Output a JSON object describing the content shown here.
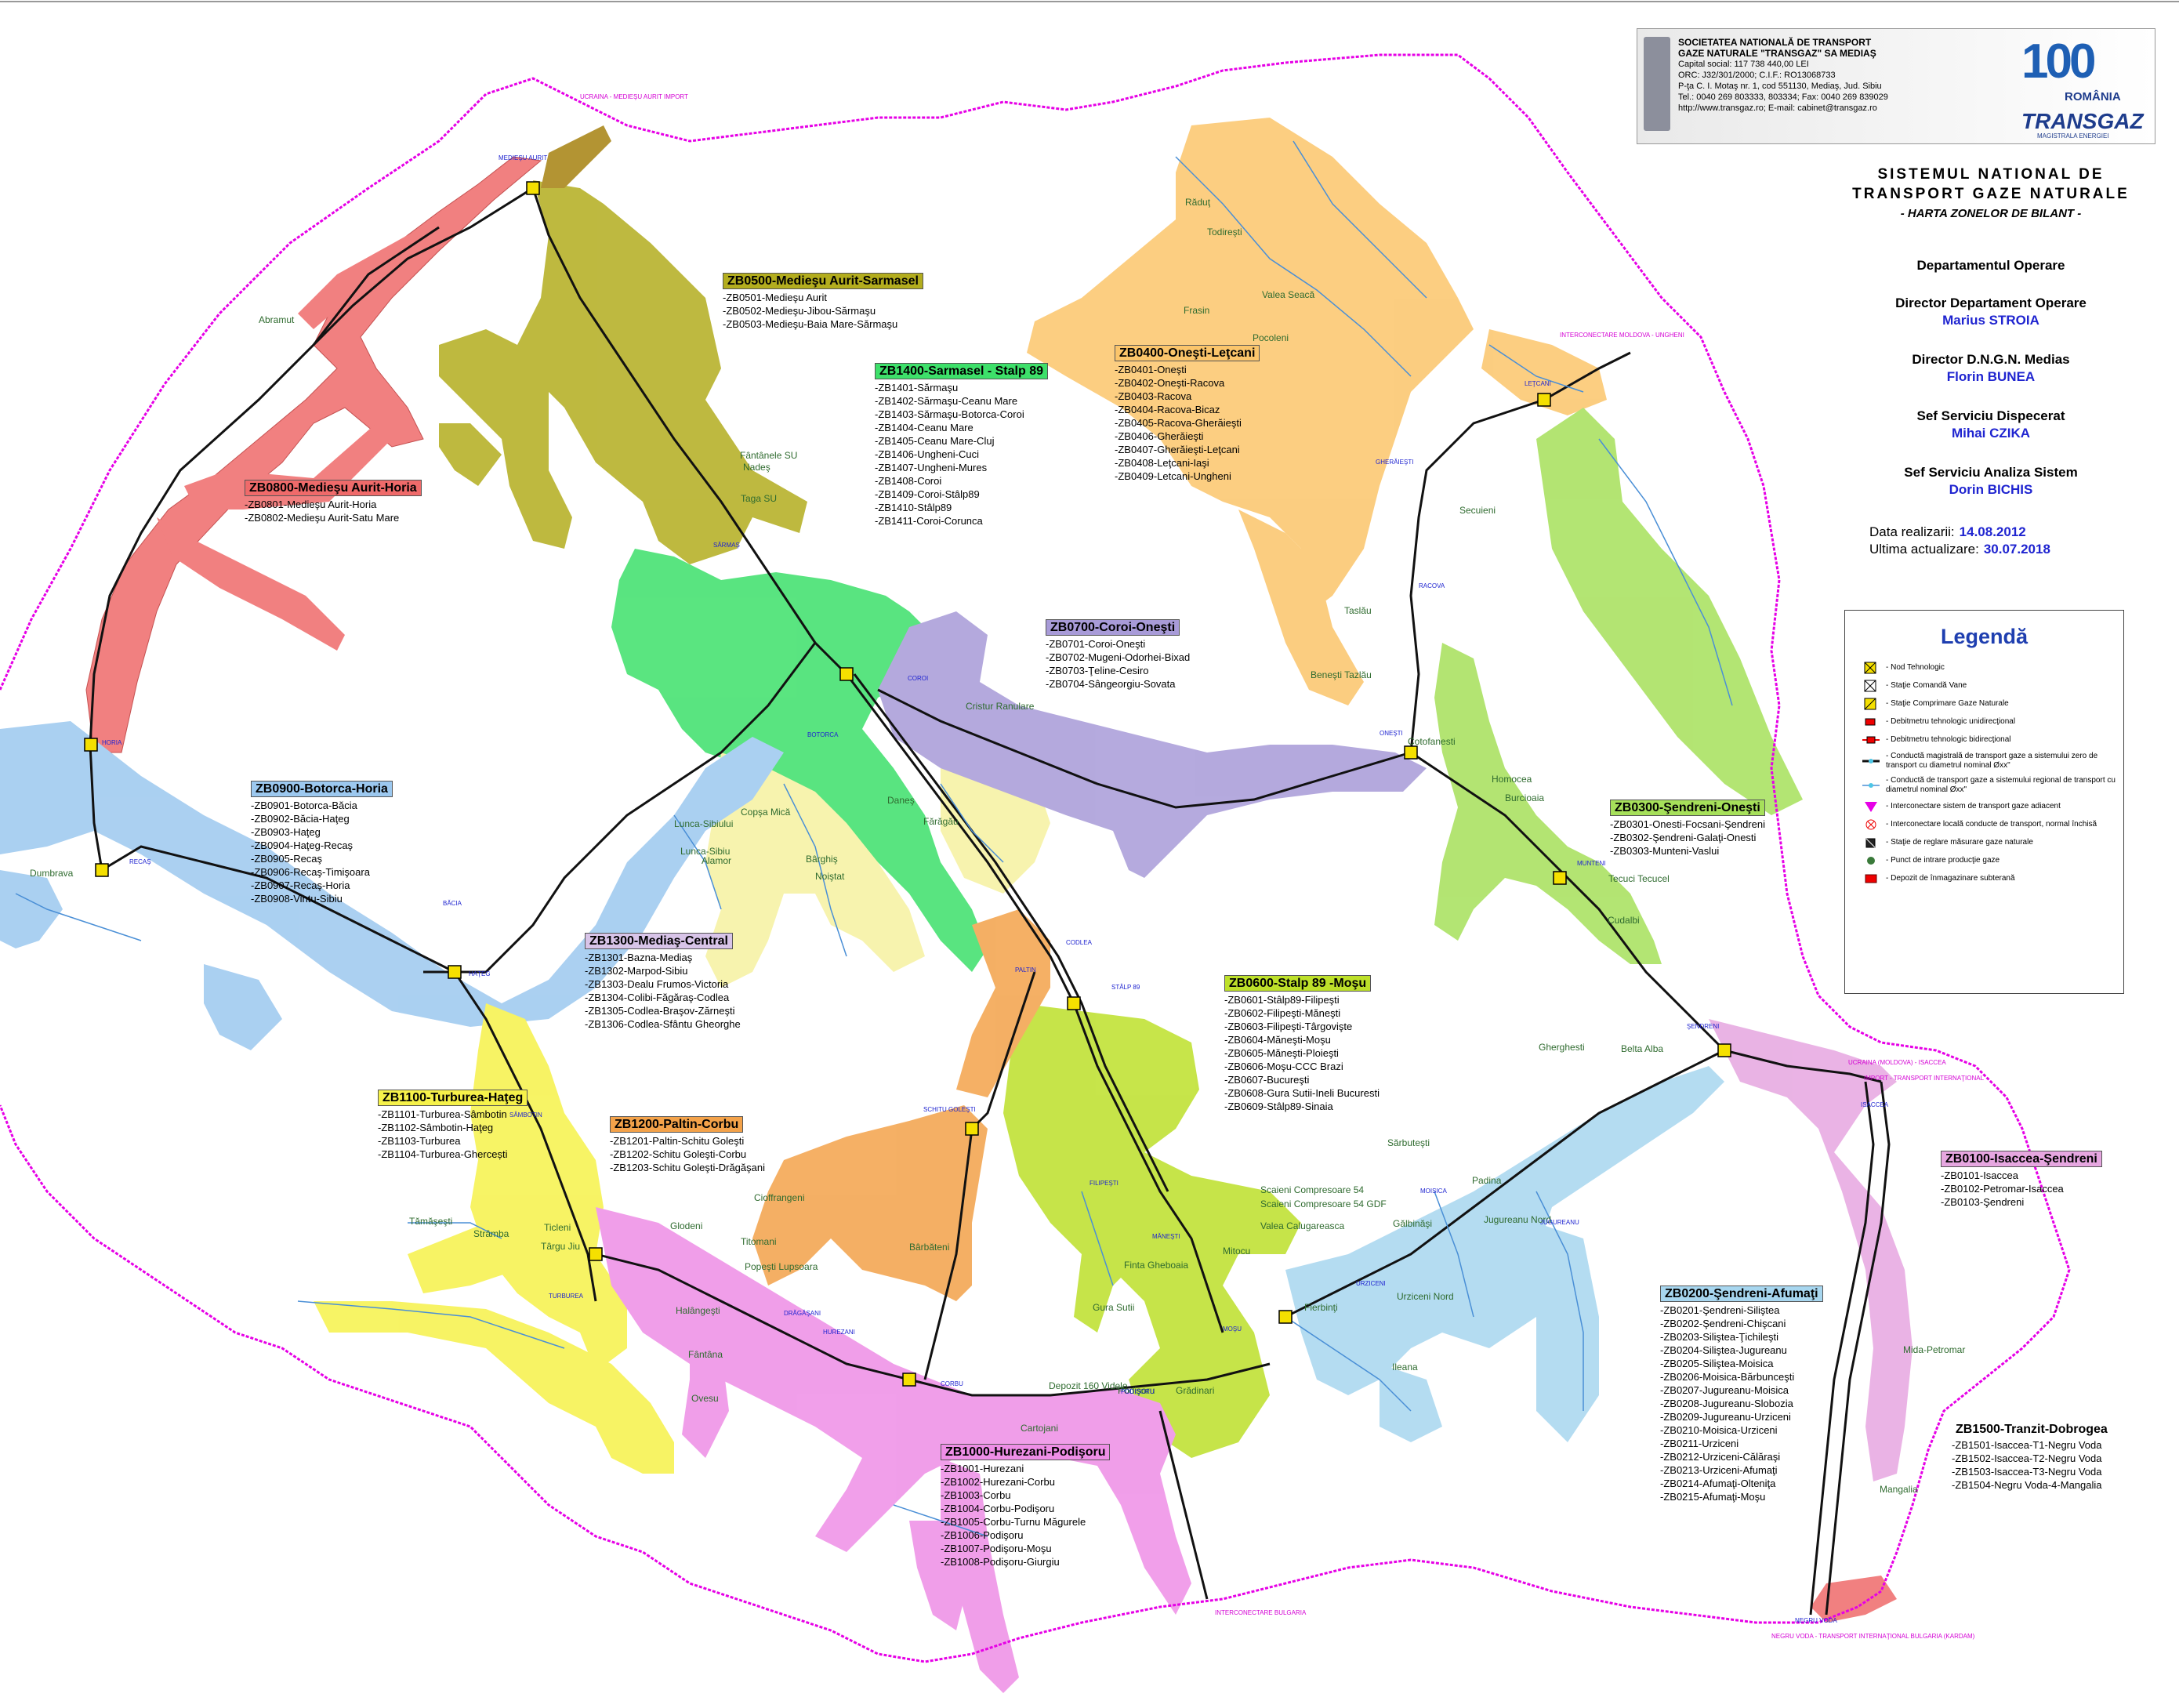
{
  "header": {
    "company_line1": "SOCIETATEA NATIONALĂ DE TRANSPORT",
    "company_line2": "GAZE NATURALE \"TRANSGAZ\" SA MEDIAŞ",
    "company_line3": "Capital social: 117 738 440,00 LEI",
    "company_line4": "ORC: J32/301/2000; C.I.F.: RO13068733",
    "company_line5": "P-ţa C. I. Motaş nr. 1, cod 551130, Mediaş, Jud. Sibiu",
    "company_line6": "Tel.: 0040 269 803333, 803334; Fax: 0040 269 839029",
    "company_line7": "http://www.transgaz.ro; E-mail: cabinet@transgaz.ro",
    "logo_100": "100",
    "logo_romania": "ROMÂNIA",
    "logo_transgaz": "TRANSGAZ",
    "logo_sub": "MAGISTRALA ENERGIEI"
  },
  "title": {
    "line1": "SISTEMUL NATIONAL DE",
    "line2": "TRANSPORT GAZE NATURALE",
    "line3": "- HARTA ZONELOR DE BILANT -"
  },
  "info": {
    "dept": "Departamentul Operare",
    "role1": "Director Departament Operare",
    "name1": "Marius STROIA",
    "role2": "Director D.N.G.N. Medias",
    "name2": "Florin BUNEA",
    "role3": "Sef Serviciu Dispecerat",
    "name3": "Mihai CZIKA",
    "role4": "Sef Serviciu Analiza Sistem",
    "name4": "Dorin BICHIS",
    "date1_label": "Data realizarii:",
    "date1": "14.08.2012",
    "date2_label": "Ultima actualizare:",
    "date2": "30.07.2018"
  },
  "legend": {
    "title": "Legendă",
    "items": [
      "- Nod Tehnologic",
      "- Staţie Comandă Vane",
      "- Staţie Comprimare Gaze Naturale",
      "- Debitmetru tehnologic unidirecţional",
      "- Debitmetru tehnologic bidirecţional",
      "- Conductă magistrală de transport gaze a sistemului zero de transport cu diametrul nominal Øxx\"",
      "- Conductă de transport gaze a sistemului regional de transport cu diametrul nominal Øxx\"",
      "- Interconectare sistem de transport gaze adiacent",
      "- Interconectare locală conducte de transport, normal închisă",
      "- Staţie de reglare măsurare gaze naturale",
      "- Punct de intrare producţie gaze",
      "- Depozit de înmagazinare subterană"
    ]
  },
  "zones": [
    {
      "id": "zb0500",
      "title": "ZB0500-Medieşu Aurit-Sarmasel",
      "bg": "#b3ad1e",
      "items": [
        "-ZB0501-Medieşu Aurit",
        "-ZB0502-Medieşu-Jibou-Sărmaşu",
        "-ZB0503-Medieşu-Baia Mare-Sărmaşu"
      ]
    },
    {
      "id": "zb1400",
      "title": "ZB1400-Sarmasel - Stalp 89",
      "bg": "#3de06a",
      "items": [
        "-ZB1401-Sărmaşu",
        "-ZB1402-Sărmaşu-Ceanu Mare",
        "-ZB1403-Sărmaşu-Botorca-Coroi",
        "-ZB1404-Ceanu Mare",
        "-ZB1405-Ceanu Mare-Cluj",
        "-ZB1406-Ungheni-Cuci",
        "-ZB1407-Ungheni-Mures",
        "-ZB1408-Coroi",
        "-ZB1409-Coroi-Stâlp89",
        "-ZB1410-Stâlp89",
        "-ZB1411-Coroi-Corunca"
      ]
    },
    {
      "id": "zb0400",
      "title": "ZB0400-Oneşti-Leţcani",
      "bg": "#fbc56b",
      "items": [
        "-ZB0401-Oneşti",
        "-ZB0402-Oneşti-Racova",
        "-ZB0403-Racova",
        "-ZB0404-Racova-Bicaz",
        "-ZB0405-Racova-Gherăieşti",
        "-ZB0406-Gherăieşti",
        "-ZB0407-Gherăieşti-Leţcani",
        "-ZB0408-Leţcani-Iaşi",
        "-ZB0409-Letcani-Ungheni"
      ]
    },
    {
      "id": "zb0800",
      "title": "ZB0800-Medieşu Aurit-Horia",
      "bg": "#ef6a6a",
      "items": [
        "-ZB0801-Medieşu Aurit-Horia",
        "-ZB0802-Medieşu Aurit-Satu Mare"
      ]
    },
    {
      "id": "zb0700",
      "title": "ZB0700-Coroi-Oneşti",
      "bg": "#a89bd8",
      "items": [
        "-ZB0701-Coroi-Oneşti",
        "-ZB0702-Mugeni-Odorhei-Bixad",
        "-ZB0703-Ţeline-Cesiro",
        "-ZB0704-Sângeorgiu-Sovata"
      ]
    },
    {
      "id": "zb0900",
      "title": "ZB0900-Botorca-Horia",
      "bg": "#9cc8ef",
      "items": [
        "-ZB0901-Botorca-Băcia",
        "-ZB0902-Băcia-Haţeg",
        "-ZB0903-Haţeg",
        "-ZB0904-Haţeg-Recaş",
        "-ZB0905-Recaş",
        "-ZB0906-Recaş-Timişoara",
        "-ZB0907-Recaş-Horia",
        "-ZB0908-Vintu-Sibiu"
      ]
    },
    {
      "id": "zb0300",
      "title": "ZB0300-Şendreni-Oneşti",
      "bg": "#a6e05a",
      "items": [
        "-ZB0301-Onesti-Focsani-Şendreni",
        "-ZB0302-Şendreni-Galaţi-Onesti",
        "-ZB0303-Munteni-Vaslui"
      ]
    },
    {
      "id": "zb1300",
      "title": "ZB1300-Mediaş-Central",
      "bg": "#d8c4e8",
      "items": [
        "-ZB1301-Bazna-Mediaş",
        "-ZB1302-Marpod-Sibiu",
        "-ZB1303-Dealu Frumos-Victoria",
        "-ZB1304-Colibi-Făgăraş-Codlea",
        "-ZB1305-Codlea-Braşov-Zărneşti",
        "-ZB1306-Codlea-Sfântu Gheorghe"
      ]
    },
    {
      "id": "zb0600",
      "title": "ZB0600-Stalp 89 -Moşu",
      "bg": "#bde02a",
      "items": [
        "-ZB0601-Stâlp89-Filipeşti",
        "-ZB0602-Filipeşti-Măneşti",
        "-ZB0603-Filipeşti-Târgovişte",
        "-ZB0604-Măneşti-Moşu",
        "-ZB0605-Măneşti-Ploieşti",
        "-ZB0606-Moşu-CCC Brazi",
        "-ZB0607-Bucureşti",
        "-ZB0608-Gura Sutii-Ineli Bucuresti",
        "-ZB0609-Stâlp89-Sinaia"
      ]
    },
    {
      "id": "zb1100",
      "title": "ZB1100-Turburea-Haţeg",
      "bg": "#f6f24a",
      "items": [
        "-ZB1101-Turburea-Sâmbotin",
        "-ZB1102-Sâmbotin-Haţeg",
        "-ZB1103-Turburea",
        "-ZB1104-Turburea-Ghercești"
      ]
    },
    {
      "id": "zb1200",
      "title": "ZB1200-Paltin-Corbu",
      "bg": "#f3a24a",
      "items": [
        "-ZB1201-Paltin-Schitu Goleşti",
        "-ZB1202-Schitu Goleşti-Corbu",
        "-ZB1203-Schitu Goleşti-Drăgăşani"
      ]
    },
    {
      "id": "zb0100",
      "title": "ZB0100-Isaccea-Şendreni",
      "bg": "#e6a6e0",
      "items": [
        "-ZB0101-Isaccea",
        "-ZB0102-Petromar-Isaccea",
        "-ZB0103-Şendreni"
      ]
    },
    {
      "id": "zb0200",
      "title": "ZB0200-Şendreni-Afumaţi",
      "bg": "#a7d6ef",
      "items": [
        "-ZB0201-Şendreni-Siliştea",
        "-ZB0202-Şendreni-Chişcani",
        "-ZB0203-Siliştea-Ţichileşti",
        "-ZB0204-Siliştea-Jugureanu",
        "-ZB0205-Siliştea-Moisica",
        "-ZB0206-Moisica-Bărbunceşti",
        "-ZB0207-Jugureanu-Moisica",
        "-ZB0208-Jugureanu-Slobozia",
        "-ZB0209-Jugureanu-Urziceni",
        "-ZB0210-Moisica-Urziceni",
        "-ZB0211-Urziceni",
        "-ZB0212-Urziceni-Călăraşi",
        "-ZB0213-Urziceni-Afumaţi",
        "-ZB0214-Afumaţi-Olteniţa",
        "-ZB0215-Afumaţi-Moşu"
      ]
    },
    {
      "id": "zb1000",
      "title": "ZB1000-Hurezani-Podişoru",
      "bg": "#ee8ee6",
      "items": [
        "-ZB1001-Hurezani",
        "-ZB1002-Hurezani-Corbu",
        "-ZB1003-Corbu",
        "-ZB1004-Corbu-Podişoru",
        "-ZB1005-Corbu-Turnu Măgurele",
        "-ZB1006-Podişoru",
        "-ZB1007-Podişoru-Moşu",
        "-ZB1008-Podişoru-Giurgiu"
      ]
    },
    {
      "id": "zb1500",
      "title": "ZB1500-Tranzit-Dobrogea",
      "bg": "#ffffff",
      "items": [
        "-ZB1501-Isaccea-T1-Negru Voda",
        "-ZB1502-Isaccea-T2-Negru Voda",
        "-ZB1503-Isaccea-T3-Negru Voda",
        "-ZB1504-Negru Voda-4-Mangalia"
      ]
    }
  ],
  "places": [
    "Abramut",
    "Fântânele SU",
    "Nadeş",
    "Taga SU",
    "Răduţ",
    "Todireşti",
    "Frasin",
    "Valea Seacă",
    "Pocoleni",
    "Secuieni",
    "Cotofanesti",
    "Homocea",
    "Burcioaia",
    "Tecuci Tecucel",
    "Cudalbi",
    "Lunca-Sibiului",
    "Lunca-Sibiu",
    "Dumbrava",
    "Alamor",
    "Copşa Mică",
    "Bârghiş",
    "Noiştat",
    "Daneş",
    "Fărăgău",
    "Cristur Ranulare",
    "Beneşti Tazlău",
    "Taslău",
    "Cioffrangeni",
    "Titomani",
    "Popeşti Lupsoara",
    "Bârbăteni",
    "Tămăşeşti",
    "Strâmba",
    "Ticleni",
    "Târgu Jiu",
    "Glodeni",
    "Halângeşti",
    "Ovesu",
    "Fântâna",
    "Depozit 160 Videle",
    "Cartojani",
    "Podişoru",
    "Grădinari",
    "Fierbinţi",
    "Urziceni Nord",
    "Jugureanu Nord",
    "Gherghesti",
    "Belta Alba",
    "Sărbuteşti",
    "Gălbinăşi",
    "Padina",
    "Ileana",
    "Mangalia",
    "Mida-Petromar",
    "Scaieni Compresoare 54",
    "Scaieni Compresoare 54 GDF",
    "Valea Calugareasca",
    "Gura Sutii",
    "Finta Gheboaia",
    "Mitocu"
  ],
  "stations": [
    "MEDIEŞU AURIT",
    "SĂRMAŞ",
    "HORIA",
    "RECAŞ",
    "BĂCIA",
    "HAŢEG",
    "SÂMBOTIN",
    "TURBUREA",
    "DRĂGĂŞANI",
    "SCHITU GOLEŞTI",
    "PALTIN",
    "STÂLP 89",
    "COROI",
    "BOTORCA",
    "CODLEA",
    "ONEŞTI",
    "RACOVA",
    "GHERĂIEŞTI",
    "LEŢCANI",
    "MUNTENI",
    "ŞENDRENI",
    "ISACCEA",
    "MOISICA",
    "JUGUREANU",
    "URZICENI",
    "FILIPEŞTI",
    "MĂNEŞTI",
    "MOŞU",
    "PODIŞORU",
    "CORBU",
    "HUREZANI",
    "NEGRU VODA"
  ],
  "borders": [
    "UCRAINA - MEDIEŞU AURIT IMPORT",
    "INTERCONECTARE MOLDOVA - UNGHENI",
    "UCRAINA (MOLDOVA) - ISACCEA",
    "IMPORT - TRANSPORT INTERNAŢIONAL",
    "INTERCONECTARE BULGARIA",
    "NEGRU VODA - TRANSPORT INTERNAŢIONAL BULGARIA (KARDAM)"
  ],
  "colors": {
    "border": "#e600e6",
    "pipe_main": "#111111",
    "pipe_regional": "#4a8fd6",
    "place_text": "#2f6b2f",
    "station_text": "#1f24d0",
    "legend_title": "#1f3fb0"
  }
}
